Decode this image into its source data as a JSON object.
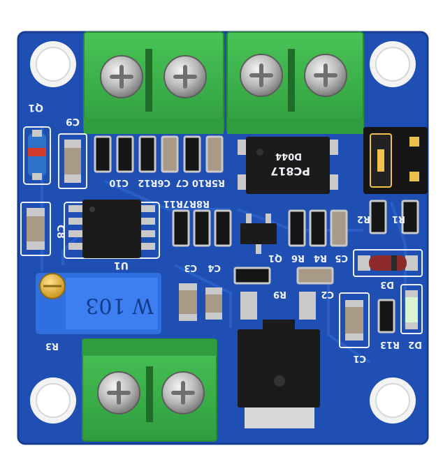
{
  "colors": {
    "board": "#1f4fb3",
    "board_edge": "#163d91",
    "terminal": "#3cb54a",
    "terminal_dark": "#2a8a36",
    "chip": "#1b1b1b",
    "silkscreen": "#eef2f8",
    "pad": "#c9c9c9",
    "trimmer": "#2f6fe0",
    "led_red": "#d23a2a",
    "led_green": "#d8f5d0"
  },
  "labels": {
    "q1": "Q1",
    "c9": "C9",
    "c8": "C8",
    "u1": "U1",
    "r5r10": "R5R10",
    "c7": "C7",
    "c6r12": "C6R12",
    "c10": "C10",
    "r8r7r11": "R8R7R11",
    "c3": "C3",
    "c4": "C4",
    "r9": "R9",
    "q1b": "Q1",
    "r6": "R6",
    "r4": "R4",
    "c5": "C5",
    "r1": "R1",
    "r2": "R2",
    "c2": "C2",
    "d3": "D3",
    "r13": "R13",
    "d2": "D2",
    "c1": "C1",
    "r3": "R3"
  },
  "chips": {
    "optocoupler": "PC817",
    "optocoupler_code": "D044",
    "trimmer": "W 103"
  },
  "icons": {
    "screw": "screw-head-icon",
    "mount_hole": "mounting-hole-icon"
  }
}
